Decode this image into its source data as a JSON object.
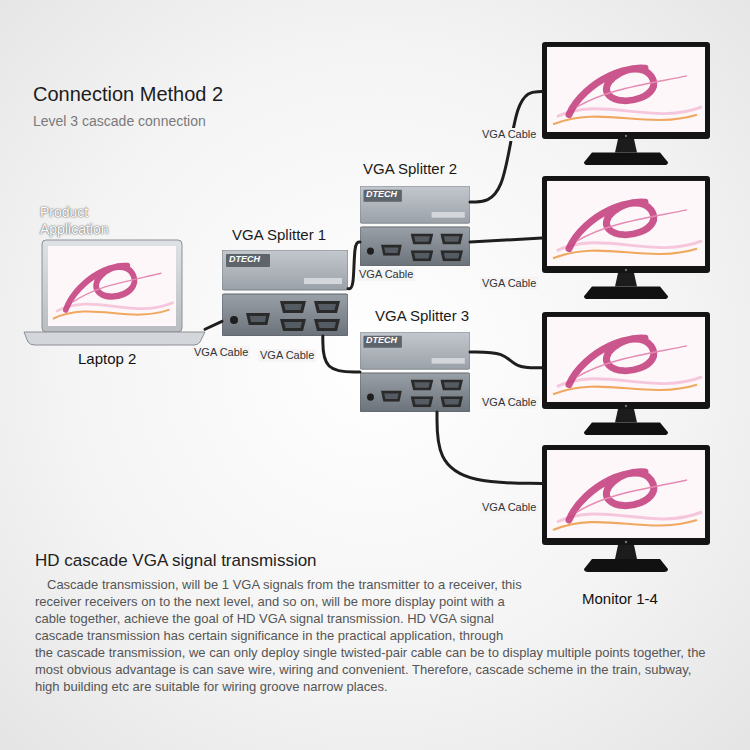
{
  "diagram": {
    "title": "Connection Method 2",
    "nodes": [
      {
        "text": [
          "Product Application",
          "Laptop 2"
        ]
      },
      {
        "text": [
          "VGA Splitter 1",
          "DTECH"
        ]
      },
      {
        "text": [
          "VGA Splitter 2",
          "DTECH"
        ]
      },
      {
        "text": [
          "VGA Splitter 3",
          "DTECH"
        ]
      },
      {
        "text": []
      },
      {
        "text": []
      },
      {
        "text": []
      },
      {
        "text": [
          "Monitor 1-4"
        ]
      }
    ],
    "edges": [
      {
        "from": 0,
        "to": 1,
        "arrow": "none",
        "label": "VGA Cable"
      },
      {
        "from": 1,
        "to": 2,
        "arrow": "none",
        "label": "VGA Cable"
      },
      {
        "from": 1,
        "to": 3,
        "arrow": "none",
        "label": "VGA Cable"
      },
      {
        "from": 2,
        "to": 4,
        "arrow": "none",
        "label": "VGA Cable"
      },
      {
        "from": 2,
        "to": 5,
        "arrow": "none",
        "label": "VGA Cable"
      },
      {
        "from": 3,
        "to": 6,
        "arrow": "none",
        "label": "VGA Cable"
      },
      {
        "from": 3,
        "to": 7,
        "arrow": "none",
        "label": "VGA Cable"
      }
    ],
    "labels": [
      "Level 3 cascade connection",
      "HD cascade VGA signal transmission",
      "Cascade transmission, will be 1 VGA signals from the transmitter to a receiver, this receiver receivers on to the next level, and so on, will be more display point with a cable together, achieve the goal of HD VGA signal transmission. HD VGA signal cascade transmission has certain significance in the practical application, through the cascade transmission, we can only deploy single twisted-pair cable can be to display multiple points together, the most obvious advantage is can save wire, wiring and convenient. Therefore, cascade scheme in the train, subway, high building etc are suitable for wiring groove narrow places."
    ]
  }
}
